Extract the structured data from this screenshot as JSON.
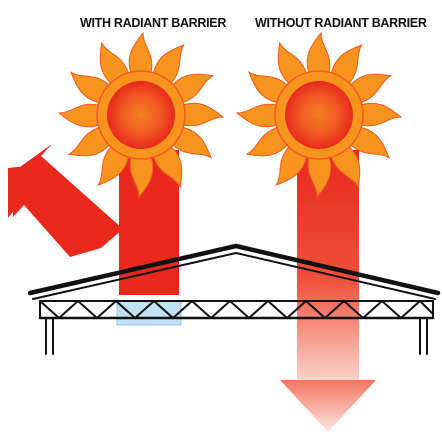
{
  "labels": {
    "with": "WITH RADIANT BARRIER",
    "without": "WITHOUT RADIANT BARRIER"
  },
  "colors": {
    "heat_red": "#e8291c",
    "sun_orange": "#f7941d",
    "sun_core": "#ee3a24",
    "barrier_blue": "#bfe3f5",
    "truss_black": "#111111"
  },
  "icons": [
    "sun-icon",
    "reflected-heat-arrow",
    "transmitted-heat-arrow",
    "roof-truss"
  ]
}
